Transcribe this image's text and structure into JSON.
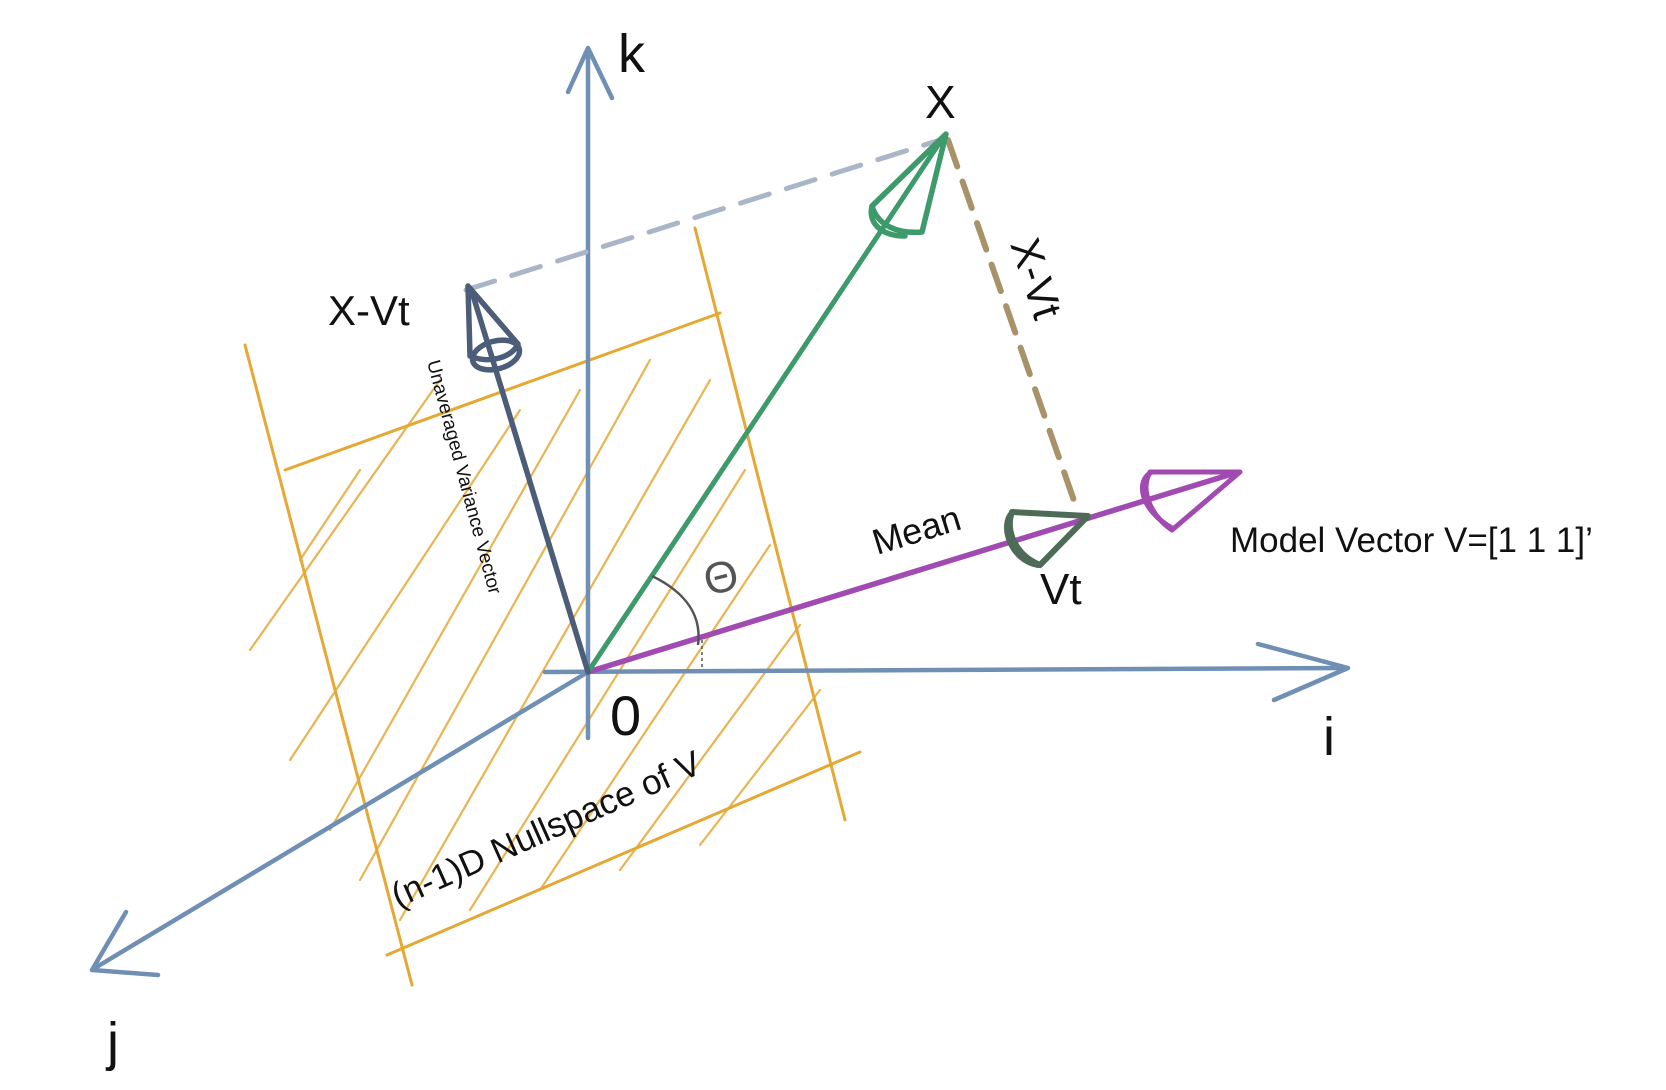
{
  "labels": {
    "axis_k": "k",
    "axis_i": "i",
    "axis_j": "j",
    "origin": "0",
    "x_top": "X",
    "x_minus_vt_left": "X-Vt",
    "x_minus_vt_right": "X-Vt",
    "unaveraged_variance": "Unaveraged Variance Vector",
    "mean": "Mean",
    "vt": "Vt",
    "model_vector": "Model Vector V=[1 1 1]’",
    "theta": "Θ",
    "nullspace": "(n-1)D Nullspace of V"
  },
  "colors": {
    "axes": "#6f8fb5",
    "x_vector": "#3d9a6a",
    "variance_vector": "#4b5d78",
    "model_vector": "#a04ab2",
    "nullspace_hatch": "#e6a834",
    "dashed_upper": "#aab6c8",
    "dashed_right": "#a8926a",
    "arrowhead_dark": "#4e6b58",
    "angle_arc": "#555555"
  }
}
